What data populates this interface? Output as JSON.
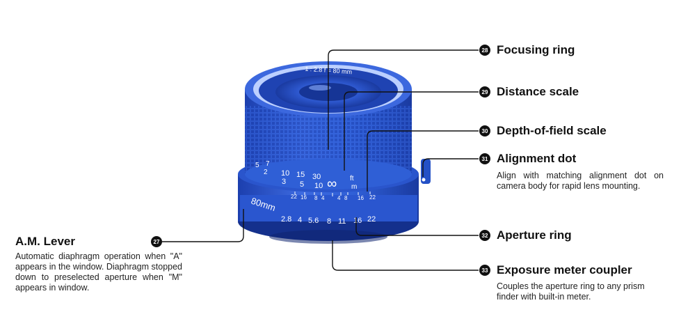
{
  "callouts": [
    {
      "num": "28",
      "title": "Focusing ring",
      "desc": ""
    },
    {
      "num": "29",
      "title": "Distance scale",
      "desc": ""
    },
    {
      "num": "30",
      "title": "Depth-of-field scale",
      "desc": ""
    },
    {
      "num": "31",
      "title": "Alignment dot",
      "desc": "Align with matching alignment dot on camera body for rapid lens mounting."
    },
    {
      "num": "32",
      "title": "Aperture ring",
      "desc": ""
    },
    {
      "num": "33",
      "title": "Exposure meter coupler",
      "desc": "Couples the aperture ring to any prism finder with built-in meter."
    },
    {
      "num": "27",
      "title": "A.M. Lever",
      "desc": "Automatic diaphragm operation when \"A\" appears in the window. Diaphragm stopped down to preselected aperture when \"M\" appears in window."
    }
  ],
  "lens": {
    "front_text": "1 : 2.8  f = 80 mm",
    "focal_label": "80mm",
    "distance_ft": [
      "10",
      "15",
      "30"
    ],
    "distance_m": [
      "3",
      "5",
      "10"
    ],
    "distance_extra_top": "7",
    "distance_extra_bottom": "2",
    "distance_left": "5",
    "infinity": "∞",
    "unit_ft": "ft",
    "unit_m": "m",
    "dof_left": [
      "22",
      "16",
      "8",
      "4"
    ],
    "dof_right": [
      "4",
      "8",
      "16",
      "22"
    ],
    "aperture_values": [
      "2.8",
      "4",
      "5.6",
      "8",
      "11",
      "16",
      "22"
    ]
  },
  "colors": {
    "lens_blue": "#2f5fd6",
    "lens_dark": "#1a3aa0",
    "lens_light": "#6f95f0",
    "ink": "#111111"
  }
}
